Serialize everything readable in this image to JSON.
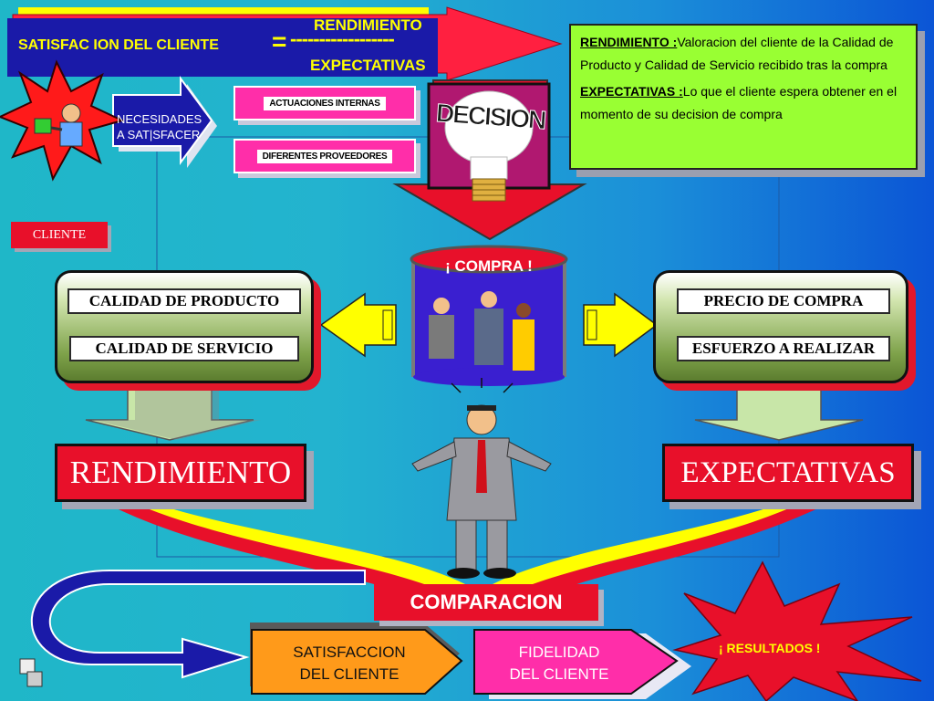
{
  "header": {
    "left_title": "SATISFAC ION DEL CLIENTE",
    "equals": "=",
    "dashes": "------------------",
    "numerator": "RENDIMIENTO",
    "denominator": "EXPECTATIVAS"
  },
  "definitions": {
    "rendimiento_term": "RENDIMIENTO :",
    "rendimiento_text": "Valoracion del cliente de la Calidad  de  Producto y Calidad de Servicio recibido tras la compra",
    "expectativas_term": "EXPECTATIVAS :",
    "expectativas_text": "Lo que el cliente espera obtener en el  momento de su decision de compra"
  },
  "needs_arrow": {
    "line1": "NECESIDADES",
    "line2": "A SAT|SFACER"
  },
  "labels": {
    "actuaciones": "ACTUACIONES INTERNAS",
    "proveedores": "DIFERENTES PROVEEDORES",
    "cliente": "CLIENTE",
    "decision": "DECISION",
    "compra": "¡ COMPRA !"
  },
  "left_panel": {
    "item1": "CALIDAD DE PRODUCTO",
    "item2": "CALIDAD DE SERVICIO"
  },
  "right_panel": {
    "item1": "PRECIO DE COMPRA",
    "item2": "ESFUERZO A REALIZAR"
  },
  "big": {
    "rendimiento": "RENDIMIENTO",
    "expectativas": "EXPECTATIVAS"
  },
  "bottom": {
    "comparacion": "COMPARACION",
    "satisfaccion_1": "SATISFACCION",
    "satisfaccion_2": "DEL CLIENTE",
    "fidelidad_1": "FIDELIDAD",
    "fidelidad_2": "DEL CLIENTE",
    "resultados": "¡ RESULTADOS !"
  },
  "colors": {
    "accent_red": "#e8102a",
    "yellow": "#ffff00",
    "pink": "#ff2ea9",
    "green_box": "#99ff33",
    "navy": "#1a1aa8",
    "orange": "#ff8a00"
  }
}
